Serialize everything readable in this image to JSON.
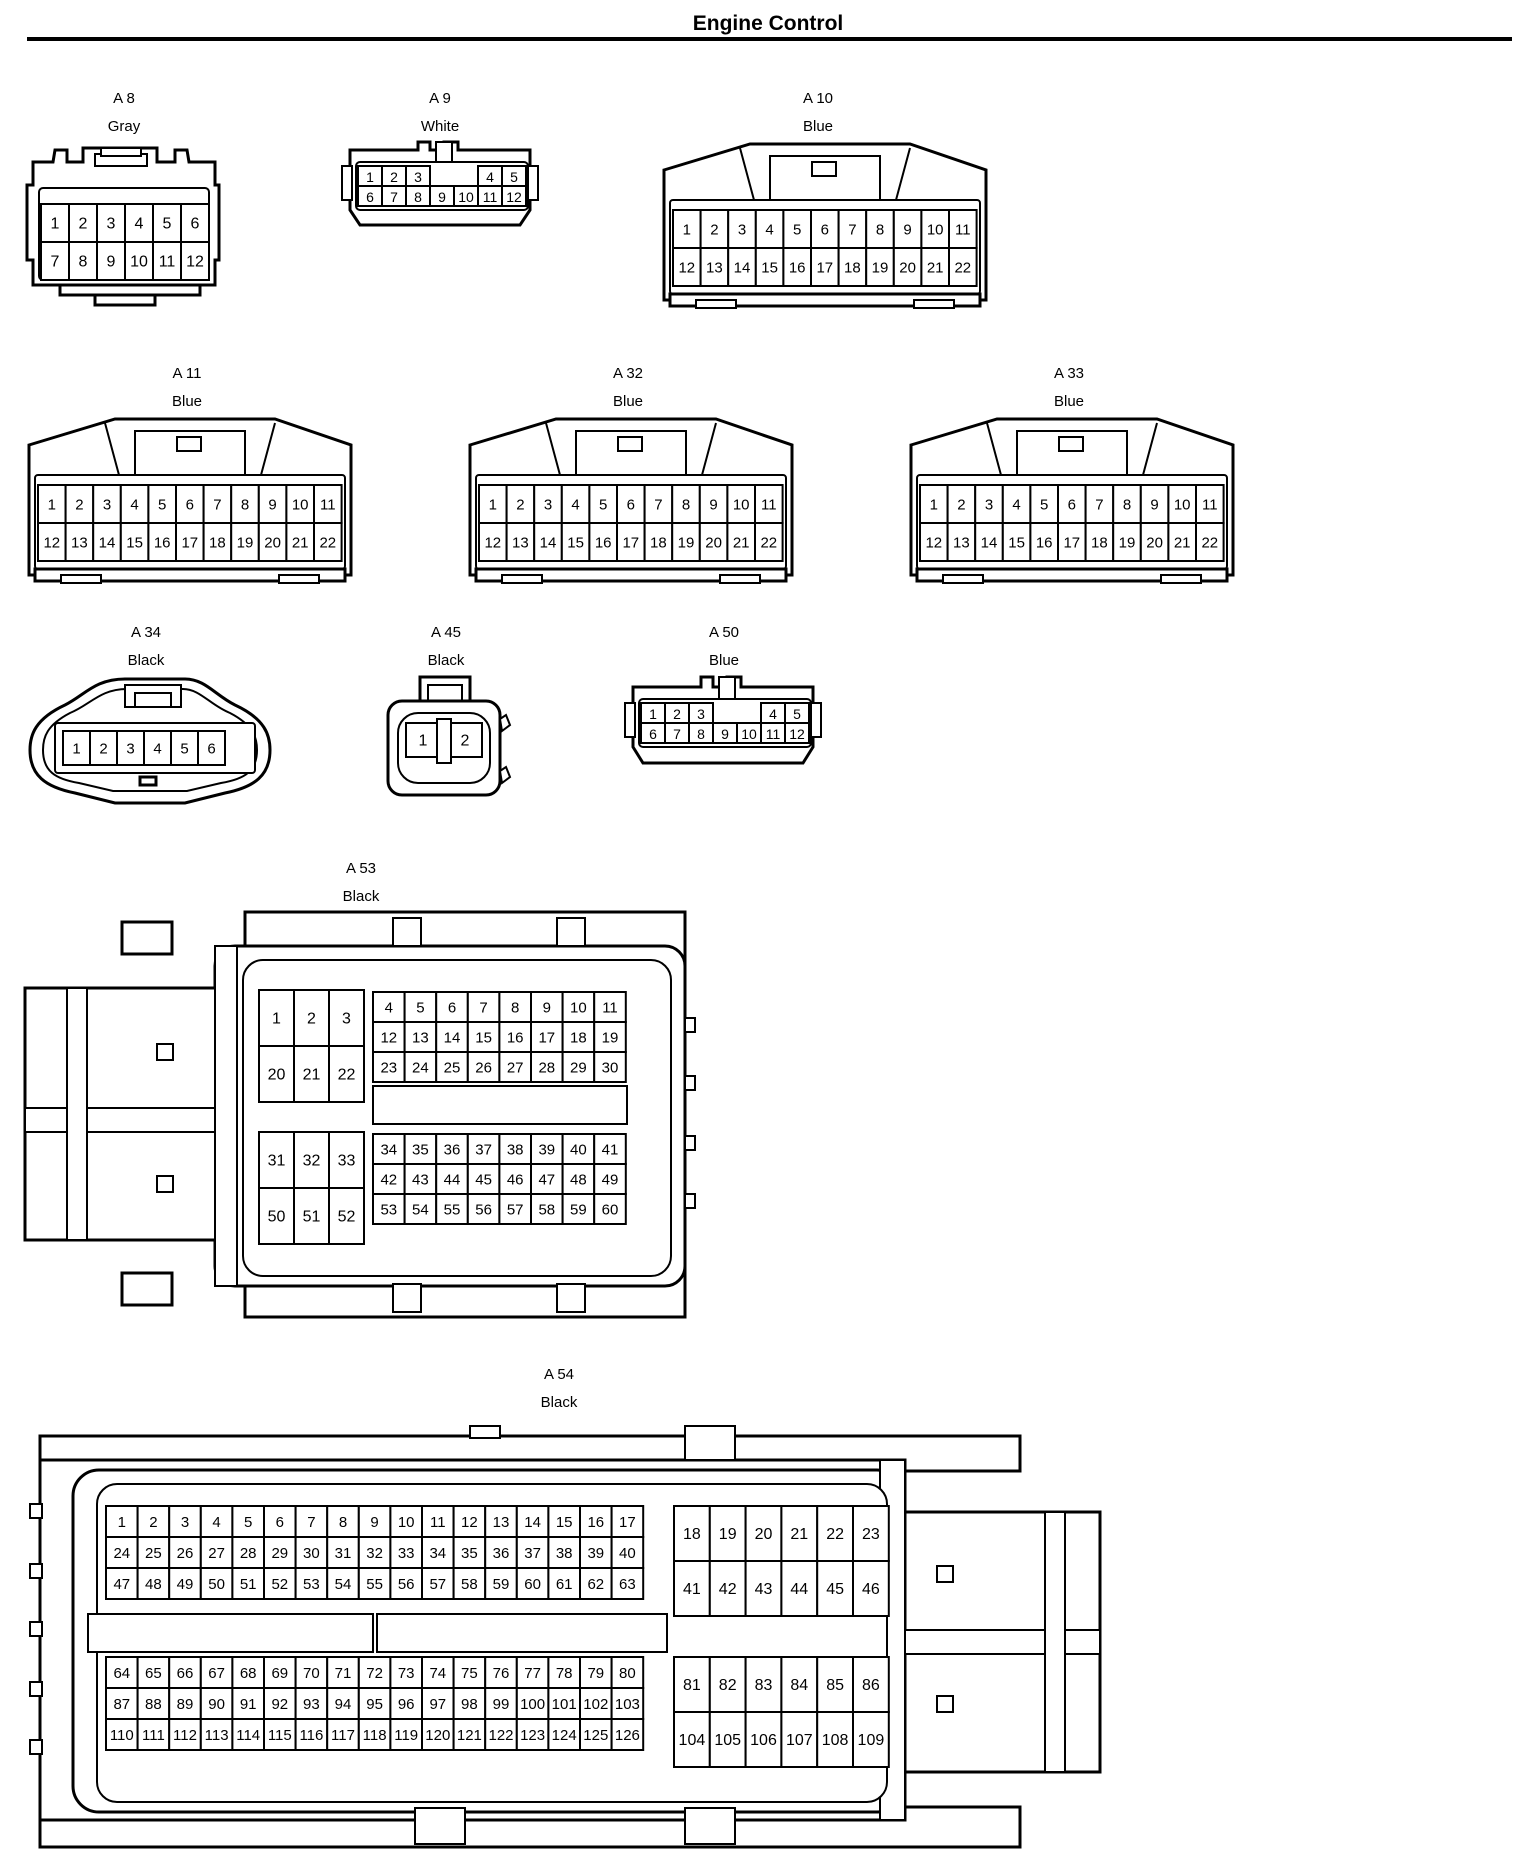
{
  "title": "Engine Control",
  "connectors": [
    {
      "id": "A8",
      "name": "A 8",
      "color": "Gray"
    },
    {
      "id": "A9",
      "name": "A 9",
      "color": "White"
    },
    {
      "id": "A10",
      "name": "A 10",
      "color": "Blue"
    },
    {
      "id": "A11",
      "name": "A 11",
      "color": "Blue"
    },
    {
      "id": "A32",
      "name": "A 32",
      "color": "Blue"
    },
    {
      "id": "A33",
      "name": "A 33",
      "color": "Blue"
    },
    {
      "id": "A34",
      "name": "A 34",
      "color": "Black"
    },
    {
      "id": "A45",
      "name": "A 45",
      "color": "Black"
    },
    {
      "id": "A50",
      "name": "A 50",
      "color": "Blue"
    },
    {
      "id": "A53",
      "name": "A 53",
      "color": "Black"
    },
    {
      "id": "A54",
      "name": "A 54",
      "color": "Black"
    }
  ]
}
